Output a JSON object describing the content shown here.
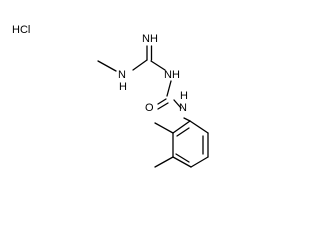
{
  "molecule": {
    "salt_label": "HCl",
    "atoms": {
      "imine_n": "NH",
      "imine_h": "H",
      "methylamine_n": "N",
      "methylamine_h": "H",
      "guanidine_nh": "NH",
      "carbonyl_o": "O",
      "amide_n": "N",
      "amide_h": "H"
    }
  }
}
